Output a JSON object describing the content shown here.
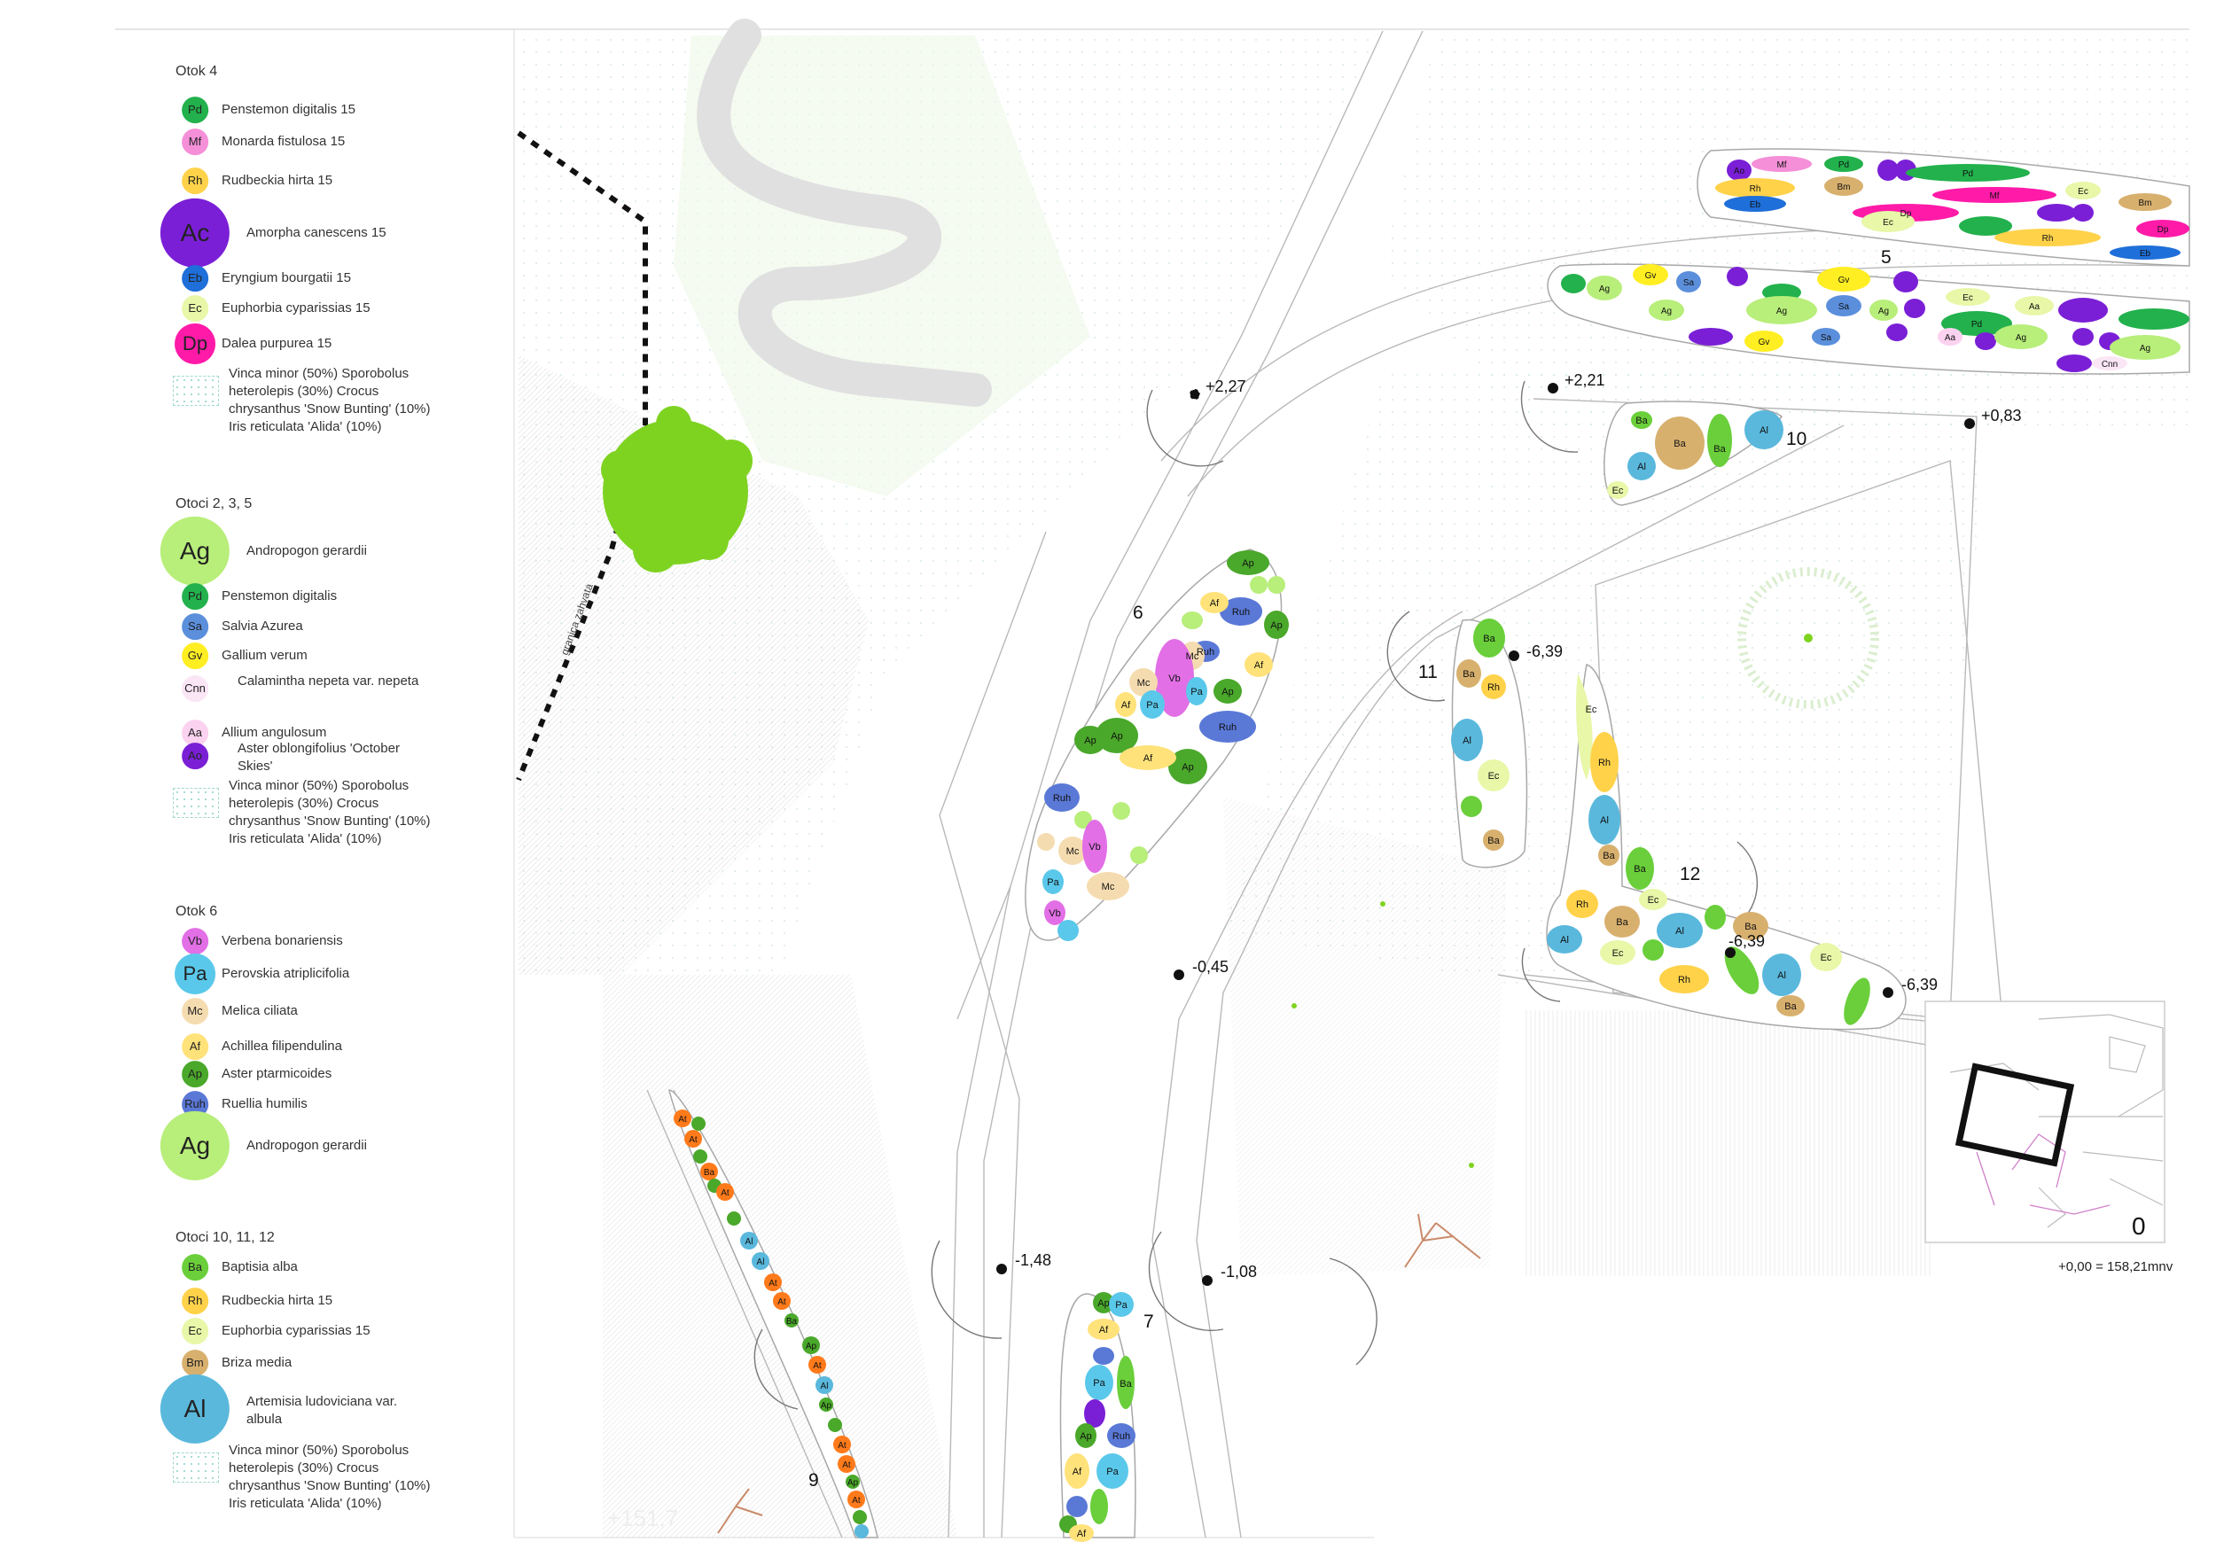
{
  "legend": {
    "groups": [
      {
        "title": "Otok 4",
        "items": [
          {
            "code": "Pd",
            "label": "Penstemon digitalis 15",
            "color": "#22b14c",
            "size": 22
          },
          {
            "code": "Mf",
            "label": "Monarda fistulosa 15",
            "color": "#f48fd8",
            "size": 22
          },
          {
            "code": "Rh",
            "label": "Rudbeckia hirta 15",
            "color": "#ffd24a",
            "size": 22
          },
          {
            "code": "Ac",
            "label": "Amorpha canescens 15",
            "color": "#7a1fd6",
            "size": 58
          },
          {
            "code": "Eb",
            "label": "Eryngium bourgatii 15",
            "color": "#1e6fd9",
            "size": 22
          },
          {
            "code": "Ec",
            "label": "Euphorbia cyparissias 15",
            "color": "#e8f7a8",
            "size": 22
          },
          {
            "code": "Dp",
            "label": "Dalea purpurea 15",
            "color": "#ff1aa8",
            "size": 34
          },
          {
            "code": "",
            "label": "Vinca minor (50%) Sporobolus heterolepis (30%) Crocus chrysanthus 'Snow Bunting' (10%) Iris reticulata 'Alida' (10%)",
            "color": "",
            "size": 0
          }
        ]
      },
      {
        "title": "Otoci 2, 3, 5",
        "items": [
          {
            "code": "Ag",
            "label": "Andropogon gerardii",
            "color": "#b8ee7a",
            "size": 58
          },
          {
            "code": "Pd",
            "label": "Penstemon digitalis",
            "color": "#22b14c",
            "size": 22
          },
          {
            "code": "Sa",
            "label": "Salvia Azurea",
            "color": "#5b8fdc",
            "size": 22
          },
          {
            "code": "Gv",
            "label": "Gallium verum",
            "color": "#ffee22",
            "size": 22
          },
          {
            "code": "Cnn",
            "label": "Calamintha nepeta var. nepeta",
            "color": "#fbe6f5",
            "size": 22
          },
          {
            "code": "Aa",
            "label": "Allium angulosum",
            "color": "#fbd2ef",
            "size": 22
          },
          {
            "code": "Ao",
            "label": "Aster oblongifolius 'October Skies'",
            "color": "#7a1fd6",
            "size": 22
          },
          {
            "code": "",
            "label": "Vinca minor (50%) Sporobolus heterolepis (30%) Crocus chrysanthus 'Snow Bunting' (10%) Iris reticulata 'Alida' (10%)",
            "color": "",
            "size": 0
          }
        ]
      },
      {
        "title": "Otok 6",
        "items": [
          {
            "code": "Vb",
            "label": "Verbena bonariensis",
            "color": "#e26fe6",
            "size": 22
          },
          {
            "code": "Pa",
            "label": "Perovskia atriplicifolia",
            "color": "#5ac8ea",
            "size": 34
          },
          {
            "code": "Mc",
            "label": "Melica ciliata",
            "color": "#f5dcb0",
            "size": 22
          },
          {
            "code": "Af",
            "label": "Achillea filipendulina",
            "color": "#ffe27a",
            "size": 22
          },
          {
            "code": "Ap",
            "label": "Aster ptarmicoides",
            "color": "#4aa82a",
            "size": 22
          },
          {
            "code": "Ruh",
            "label": "Ruellia humilis",
            "color": "#5a78d6",
            "size": 22
          },
          {
            "code": "Ag",
            "label": "Andropogon gerardii",
            "color": "#b8ee7a",
            "size": 58
          }
        ]
      },
      {
        "title": "Otoci 10, 11, 12",
        "items": [
          {
            "code": "Ba",
            "label": "Baptisia alba",
            "color": "#6acf3a",
            "size": 22
          },
          {
            "code": "Rh",
            "label": "Rudbeckia hirta 15",
            "color": "#ffd24a",
            "size": 22
          },
          {
            "code": "Ec",
            "label": "Euphorbia cyparissias 15",
            "color": "#e8f7a8",
            "size": 22
          },
          {
            "code": "Bm",
            "label": "Briza media",
            "color": "#d8b06e",
            "size": 22
          },
          {
            "code": "Al",
            "label": "Artemisia ludoviciana var. albula",
            "color": "#5ab8dc",
            "size": 58
          },
          {
            "code": "",
            "label": "Vinca minor (50%) Sporobolus heterolepis (30%) Crocus chrysanthus 'Snow Bunting' (10%) Iris reticulata 'Alida' (10%)",
            "color": "",
            "size": 0
          }
        ]
      }
    ]
  },
  "plan": {
    "bed_numbers": [
      "5",
      "6",
      "7",
      "9",
      "10",
      "11",
      "12"
    ],
    "elevations": [
      "+2,27",
      "+2,21",
      "+0,83",
      "-6,39",
      "-6,39",
      "-6,39",
      "-0,45",
      "-1,48",
      "-1,08"
    ],
    "boundary_label": "granica zahvata",
    "datum": "+0,00 = 158,21mnv",
    "inset_number": "0",
    "faded_elevation": "+151,7"
  }
}
